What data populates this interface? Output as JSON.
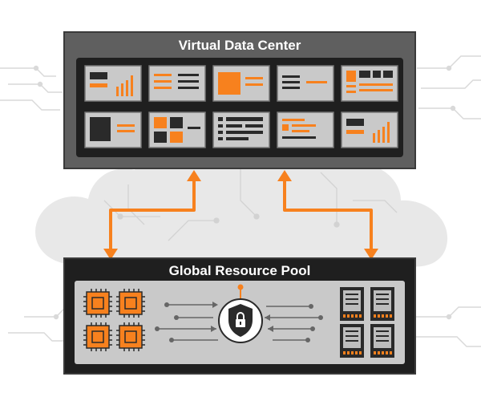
{
  "virtual_data_center": {
    "title": "Virtual Data Center",
    "screens": [
      "chart-screen",
      "list-screen",
      "block-screen",
      "dash-screen",
      "grid-screen",
      "square-screen",
      "split-screen",
      "table-screen",
      "bars-screen",
      "chart-screen-alt"
    ]
  },
  "global_resource_pool": {
    "title": "Global Resource Pool",
    "chips": [
      "cpu-icon",
      "cpu-icon",
      "cpu-icon",
      "cpu-icon"
    ],
    "center_icon": "shield-lock-icon",
    "servers": [
      "server-icon",
      "server-icon",
      "server-icon",
      "server-icon"
    ]
  },
  "colors": {
    "accent": "#f7811e",
    "panel_outer": "#5f5f5f",
    "panel_inner": "#1f1f1f",
    "tile": "#c9c9c9",
    "cloud": "#e8e8e8"
  }
}
